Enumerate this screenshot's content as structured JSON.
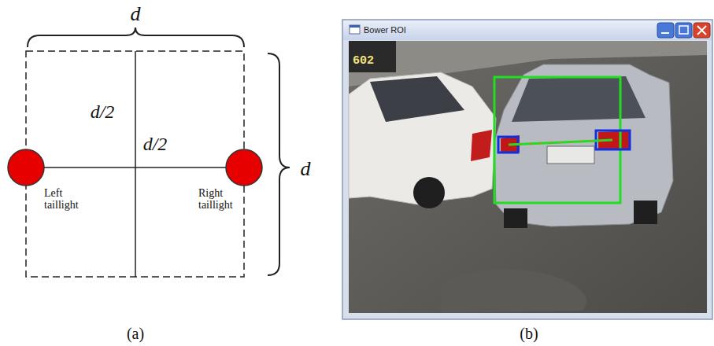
{
  "diagram": {
    "labels": [
      "d",
      "d/2",
      "d/2",
      "d",
      "Left taillight",
      "Right taillight",
      "(a)",
      "Bower ROI",
      "602",
      "(b)"
    ]
  }
}
